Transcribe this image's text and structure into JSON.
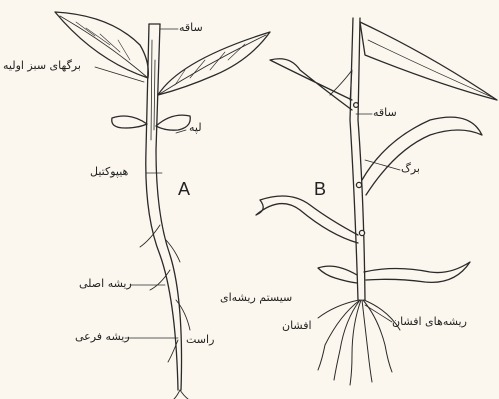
{
  "diagram": {
    "panel_a": {
      "letter": "A",
      "labels": {
        "stem": "ساقه",
        "primary_leaves": "برگهای سبز اولیه",
        "cotyledon": "لپه",
        "hypocotyl": "هیپوکتیل",
        "main_root": "ریشه اصلی",
        "secondary_root": "ریشه فرعی",
        "taproot_system_line1": "سیستم ریشه‌ای",
        "taproot_system_line2": "راست"
      }
    },
    "panel_b": {
      "letter": "B",
      "labels": {
        "stem": "ساقه",
        "leaf": "برگ",
        "fibrous_roots": "ریشه‌های افشان",
        "fibrous_system": "افشان"
      }
    }
  }
}
